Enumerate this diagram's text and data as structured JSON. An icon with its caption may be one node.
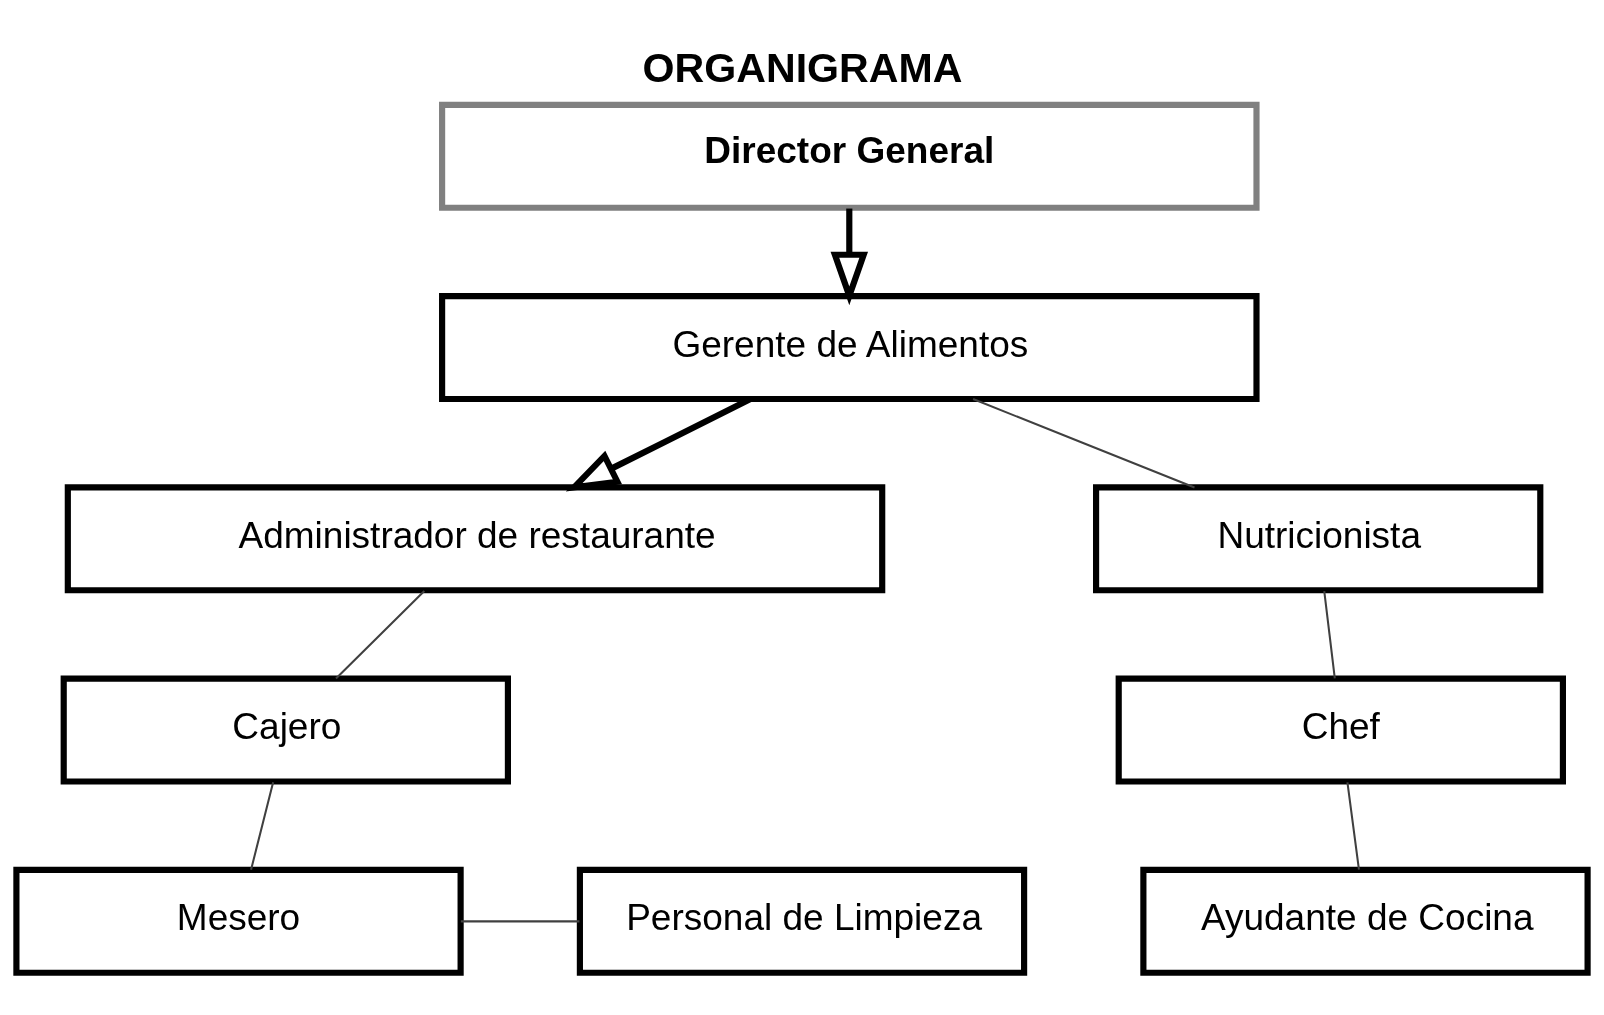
{
  "diagram": {
    "title": "ORGANIGRAMA",
    "nodes": [
      {
        "text": [
          "Director General"
        ]
      },
      {
        "text": [
          "Gerente de Alimentos"
        ]
      },
      {
        "text": [
          "Administrador de restaurante"
        ]
      },
      {
        "text": [
          "Cajero"
        ]
      },
      {
        "text": [
          "Mesero"
        ]
      },
      {
        "text": [
          "Personal de Limpieza"
        ]
      },
      {
        "text": [
          "Nutricionista"
        ]
      },
      {
        "text": [
          "Chef"
        ]
      },
      {
        "text": [
          "Ayudante de Cocina"
        ]
      }
    ],
    "edges": [
      {
        "from": 0,
        "to": 1,
        "arrow": "to",
        "style": "thick"
      },
      {
        "from": 1,
        "to": 2,
        "arrow": "to",
        "style": "thick"
      },
      {
        "from": 2,
        "to": 3,
        "arrow": "none"
      },
      {
        "from": 3,
        "to": 4,
        "arrow": "none"
      },
      {
        "from": 4,
        "to": 5,
        "arrow": "none"
      },
      {
        "from": 1,
        "to": 6,
        "arrow": "none"
      },
      {
        "from": 6,
        "to": 7,
        "arrow": "none"
      },
      {
        "from": 7,
        "to": 8,
        "arrow": "none"
      }
    ]
  }
}
